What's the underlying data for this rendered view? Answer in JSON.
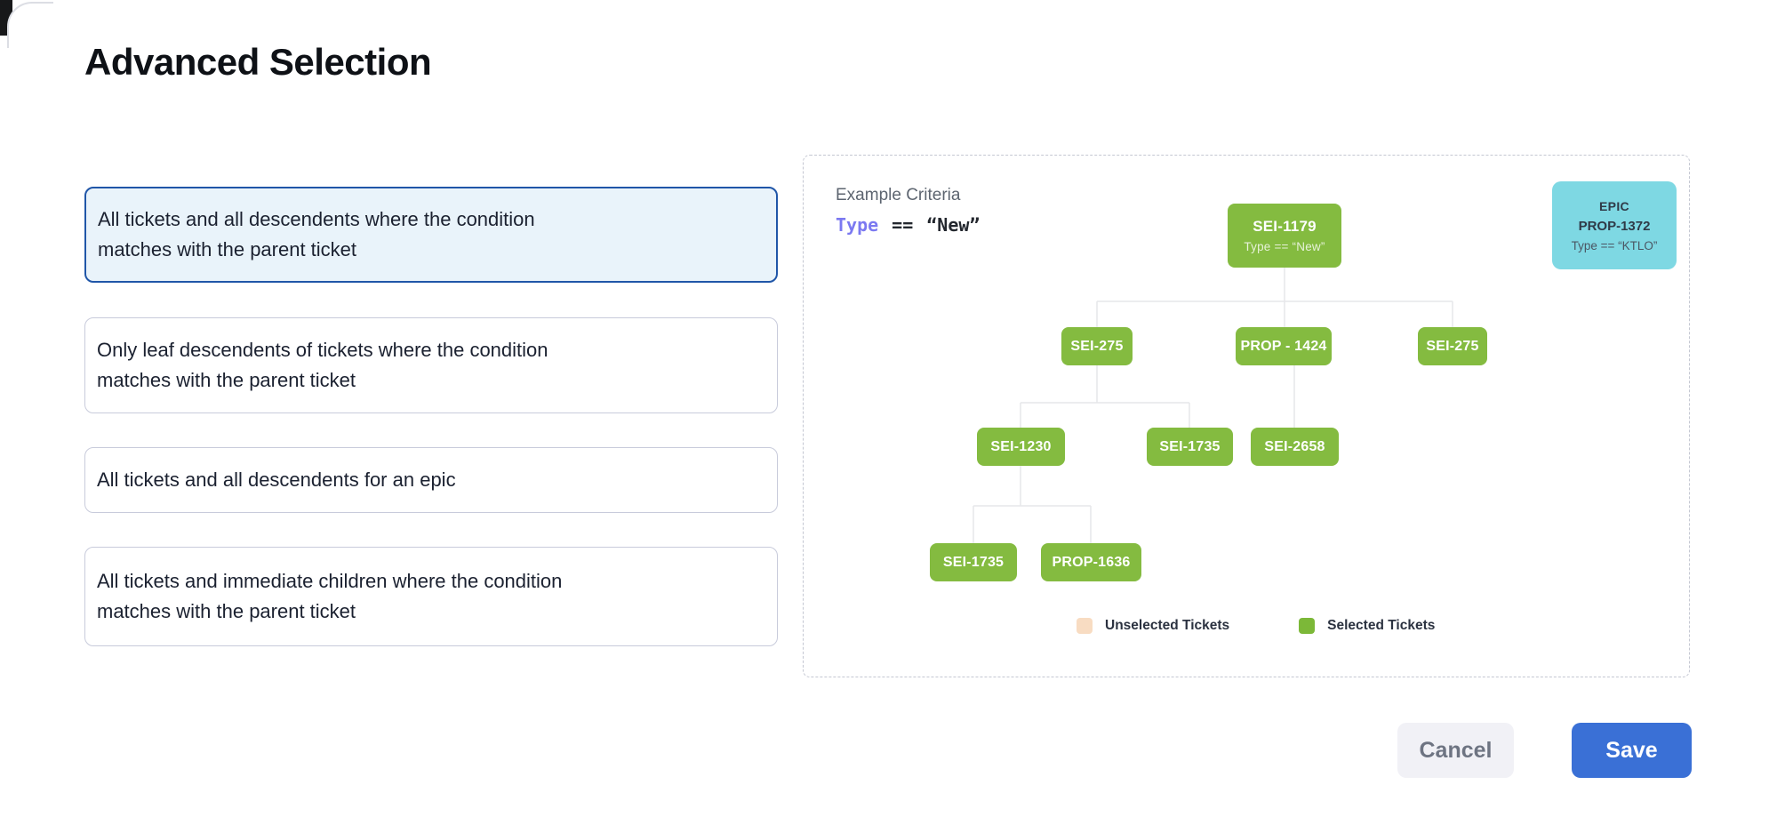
{
  "title": "Advanced Selection",
  "options": [
    {
      "label": "All tickets and all descendents where the condition\nmatches with the parent ticket",
      "selected": true
    },
    {
      "label": "Only leaf descendents of tickets where the condition\nmatches with the parent ticket",
      "selected": false
    },
    {
      "label": "All tickets and all descendents for an epic",
      "selected": false
    },
    {
      "label": "All tickets and immediate children where the condition\nmatches with the parent ticket",
      "selected": false
    }
  ],
  "preview": {
    "criteria_label": "Example Criteria",
    "criteria": {
      "field": "Type",
      "operator": "==",
      "value": "“New”"
    },
    "epic_card": {
      "kind": "EPIC",
      "id": "PROP-1372",
      "condition": "Type == “KTLO”"
    },
    "tree": {
      "root": {
        "id": "SEI-1179",
        "condition": "Type == “New”"
      },
      "nodes": [
        {
          "id": "SEI-275"
        },
        {
          "id": "PROP - 1424"
        },
        {
          "id": "SEI-275"
        },
        {
          "id": "SEI-1230"
        },
        {
          "id": "SEI-1735"
        },
        {
          "id": "SEI-2658"
        },
        {
          "id": "SEI-1735"
        },
        {
          "id": "PROP-1636"
        }
      ]
    },
    "legend": {
      "unselected": {
        "label": "Unselected Tickets",
        "color": "#f8dcc2"
      },
      "selected": {
        "label": "Selected Tickets",
        "color": "#7cb838"
      }
    }
  },
  "footer": {
    "cancel": "Cancel",
    "save": "Save"
  },
  "colors": {
    "selected_card_bg": "#e9f3fa",
    "selected_card_border": "#2056a8",
    "node_green": "#84bb40",
    "epic_cyan": "#7ed8e3",
    "save_blue": "#3a70d6",
    "criteria_field": "#7b79f1",
    "connector": "#e6e7ea"
  }
}
